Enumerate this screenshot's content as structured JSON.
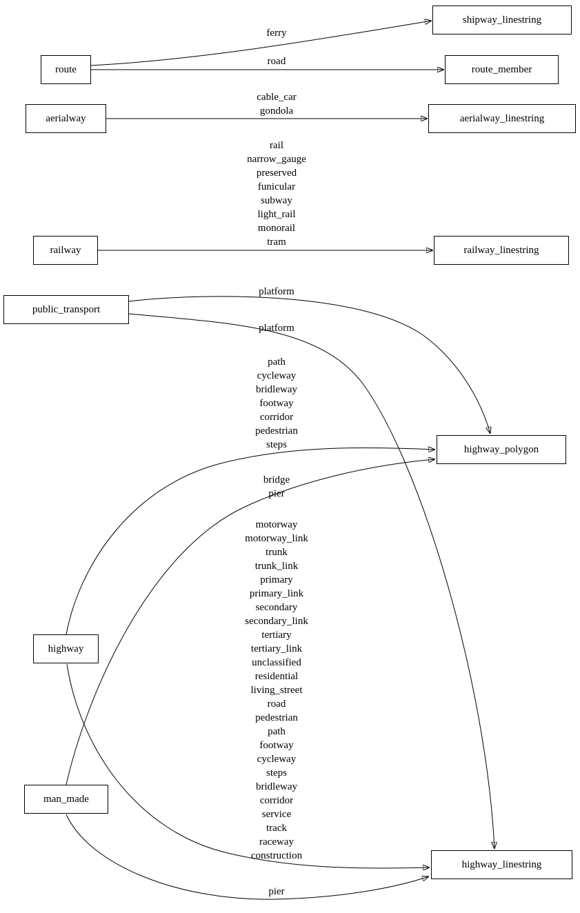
{
  "diagram": {
    "title": "osm tag to table mapping diagram",
    "colors": {
      "background": "#ffffff",
      "node_border": "#000000",
      "edge": "#000000",
      "text": "#000000"
    },
    "nodes": {
      "route": {
        "label": "route"
      },
      "aerialway": {
        "label": "aerialway"
      },
      "railway": {
        "label": "railway"
      },
      "public_transport": {
        "label": "public_transport"
      },
      "highway": {
        "label": "highway"
      },
      "man_made": {
        "label": "man_made"
      },
      "shipway_linestring": {
        "label": "shipway_linestring"
      },
      "route_member": {
        "label": "route_member"
      },
      "aerialway_linestring": {
        "label": "aerialway_linestring"
      },
      "railway_linestring": {
        "label": "railway_linestring"
      },
      "highway_polygon": {
        "label": "highway_polygon"
      },
      "highway_linestring": {
        "label": "highway_linestring"
      }
    },
    "edge_labels": {
      "route_to_shipway_linestring": "ferry",
      "route_to_route_member": "road",
      "aerialway_to_aerialway_linestring": "cable_car\ngondola",
      "railway_to_railway_linestring": "rail\nnarrow_gauge\npreserved\nfunicular\nsubway\nlight_rail\nmonorail\ntram",
      "public_transport_to_highway_polygon": "platform",
      "public_transport_to_highway_linestring": "platform",
      "highway_to_highway_polygon": "path\ncycleway\nbridleway\nfootway\ncorridor\npedestrian\nsteps",
      "man_made_to_highway_polygon": "bridge\npier",
      "highway_to_highway_linestring": "motorway\nmotorway_link\ntrunk\ntrunk_link\nprimary\nprimary_link\nsecondary\nsecondary_link\ntertiary\ntertiary_link\nunclassified\nresidential\nliving_street\nroad\npedestrian\npath\nfootway\ncycleway\nsteps\nbridleway\ncorridor\nservice\ntrack\nraceway\nconstruction",
      "man_made_to_highway_linestring": "pier"
    }
  }
}
